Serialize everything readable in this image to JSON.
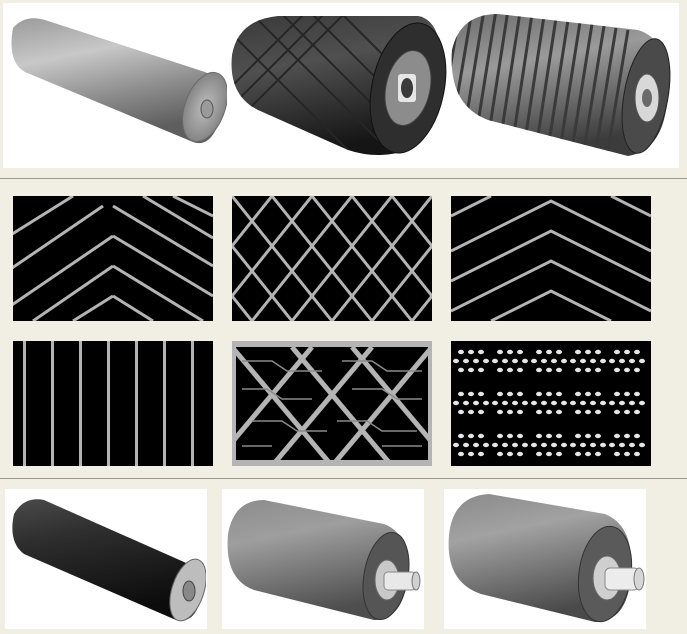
{
  "colors": {
    "background": "#f1efe4",
    "panel": "#ffffff",
    "lagging_black": "#000000",
    "groove_grey": "#b4b4b4",
    "steel_grey": "#8a8a8a",
    "rubber_dark": "#2a2a2a"
  },
  "top_row": [
    {
      "kind": "plain-steel-pulley"
    },
    {
      "kind": "herringbone-lagged-pulley"
    },
    {
      "kind": "circumferential-grooved-pulley"
    }
  ],
  "patterns": [
    {
      "kind": "herringbone"
    },
    {
      "kind": "diamond"
    },
    {
      "kind": "chevron"
    },
    {
      "kind": "vertical-groove"
    },
    {
      "kind": "diamond-zigzag"
    },
    {
      "kind": "ceramic-dimple"
    }
  ],
  "bottom_row": [
    {
      "kind": "black-rubber-lagged-pulley"
    },
    {
      "kind": "grey-pulley-with-shaft"
    },
    {
      "kind": "grey-pulley-with-shaft-large"
    }
  ]
}
